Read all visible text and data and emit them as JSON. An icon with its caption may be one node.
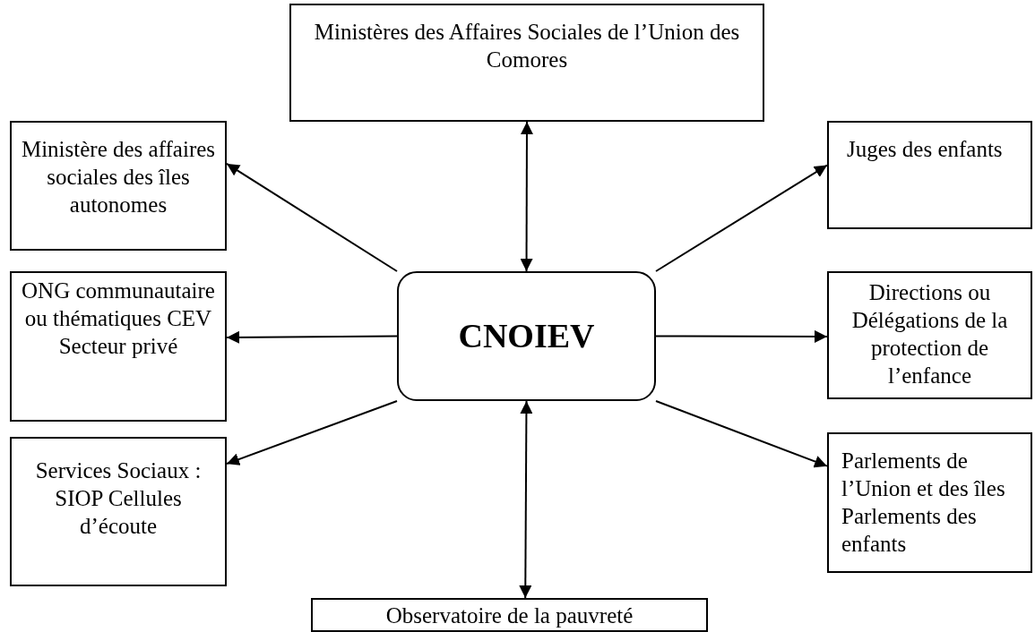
{
  "diagram": {
    "nodes": [
      {
        "text": [
          "Ministères des Affaires Sociales de l’Union des Comores"
        ]
      },
      {
        "text": [
          "Ministère des affaires sociales des îles autonomes"
        ]
      },
      {
        "text": [
          "ONG communautaire ou thématiques CEV Secteur privé"
        ]
      },
      {
        "text": [
          "Services Sociaux : SIOP Cellules d’écoute"
        ]
      },
      {
        "text": [
          "Juges des enfants"
        ]
      },
      {
        "text": [
          "Directions ou Délégations de la protection de l’enfance"
        ]
      },
      {
        "text": [
          "Parlements de l’Union et des îles Parlements des enfants"
        ]
      },
      {
        "text": [
          "Observatoire de la pauvreté"
        ]
      },
      {
        "text": [
          "CNOIEV"
        ]
      }
    ],
    "edges": [
      {
        "from": 8,
        "to": 0,
        "arrow": "both"
      },
      {
        "from": 8,
        "to": 1,
        "arrow": "to"
      },
      {
        "from": 8,
        "to": 2,
        "arrow": "to"
      },
      {
        "from": 8,
        "to": 3,
        "arrow": "to"
      },
      {
        "from": 8,
        "to": 4,
        "arrow": "to"
      },
      {
        "from": 8,
        "to": 5,
        "arrow": "to"
      },
      {
        "from": 8,
        "to": 6,
        "arrow": "to"
      },
      {
        "from": 8,
        "to": 7,
        "arrow": "both"
      }
    ]
  }
}
